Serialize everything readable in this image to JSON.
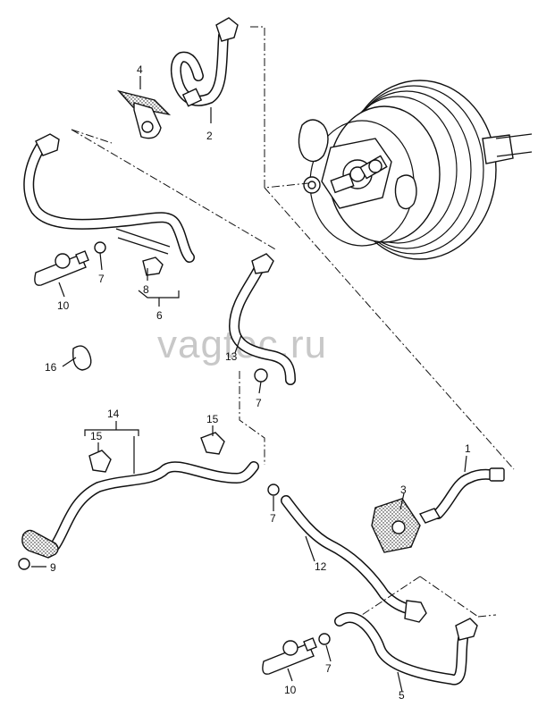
{
  "watermark": "vagtec.ru",
  "callouts": {
    "c1": "1",
    "c2": "2",
    "c3": "3",
    "c4": "4",
    "c5": "5",
    "c6": "6",
    "c7a": "7",
    "c7b": "7",
    "c7c": "7",
    "c7d": "7",
    "c8": "8",
    "c9": "9",
    "c10a": "10",
    "c10b": "10",
    "c12": "12",
    "c13": "13",
    "c14": "14",
    "c15a": "15",
    "c15b": "15",
    "c16": "16"
  }
}
